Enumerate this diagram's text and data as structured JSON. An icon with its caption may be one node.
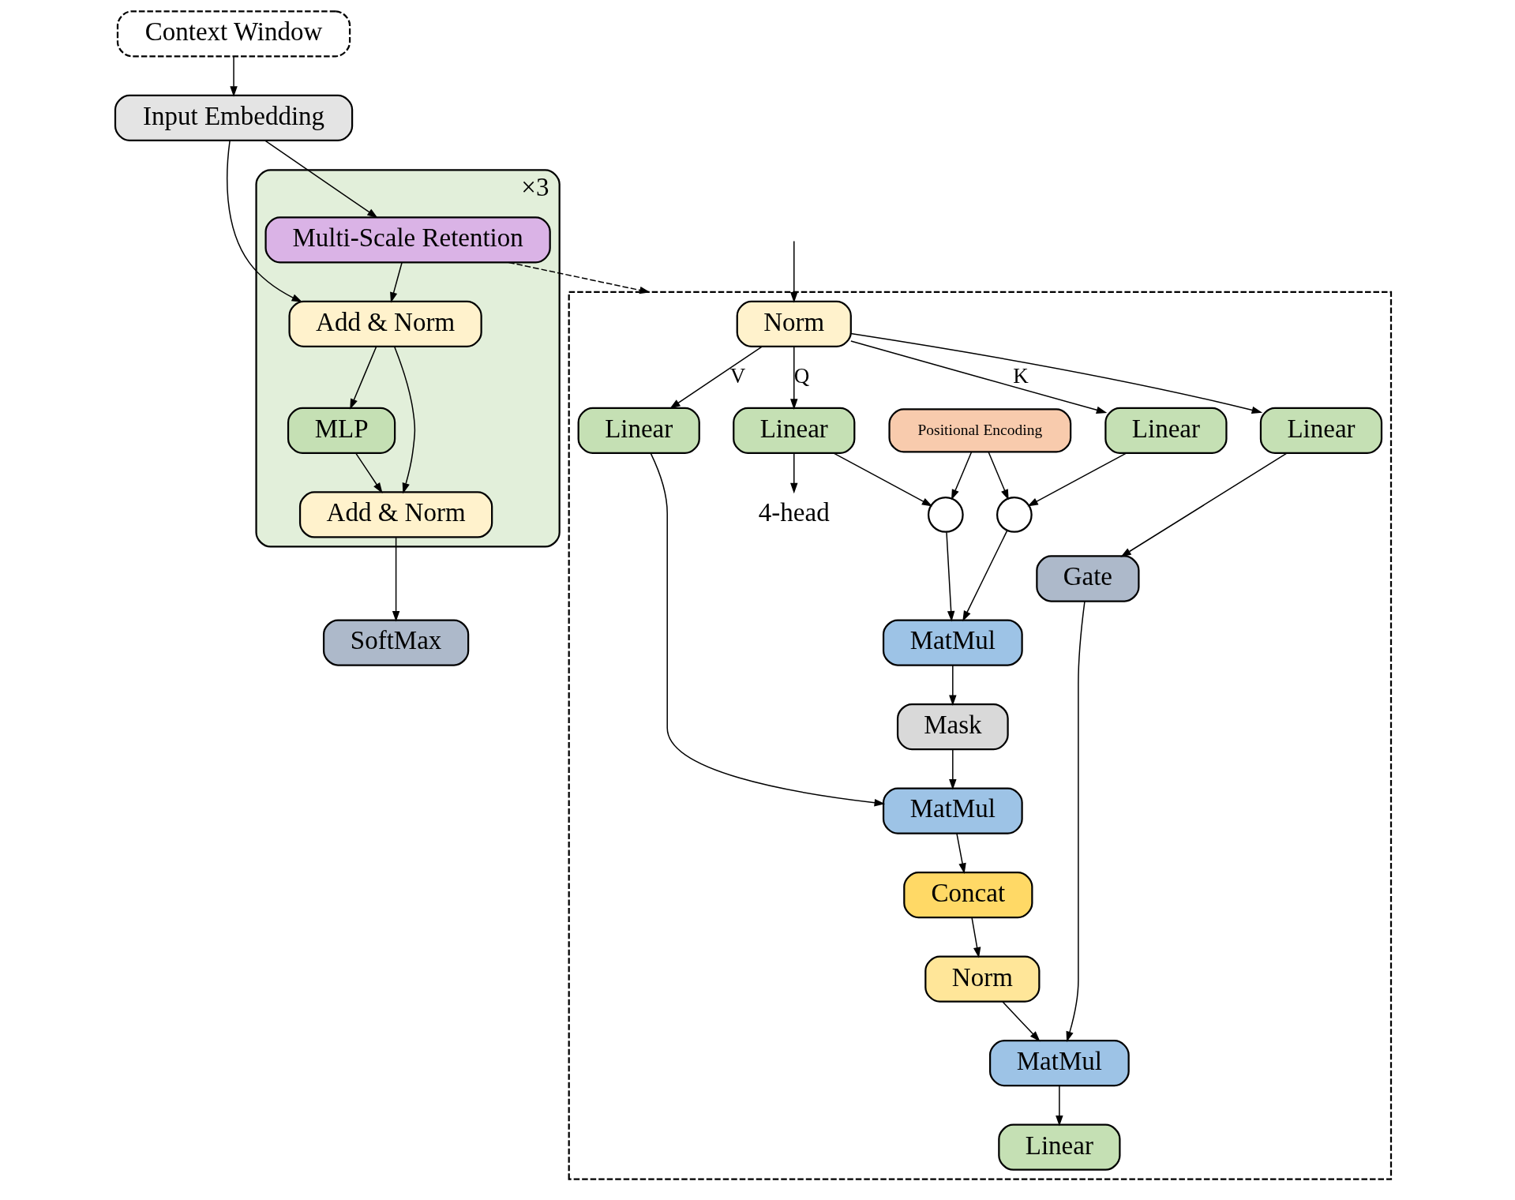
{
  "diagram": {
    "nodes": [
      {
        "text": [
          "Context Window"
        ]
      },
      {
        "text": [
          "Input Embedding"
        ]
      },
      {
        "text": [
          "×3"
        ]
      },
      {
        "text": [
          "Multi-Scale Retention"
        ],
        "in": 2
      },
      {
        "text": [
          "Add & Norm"
        ],
        "in": 2
      },
      {
        "text": [
          "MLP"
        ],
        "in": 2
      },
      {
        "text": [
          "Add & Norm"
        ],
        "in": 2
      },
      {
        "text": [
          "SoftMax"
        ]
      },
      {
        "text": [],
        "shape": "box"
      },
      {
        "text": [
          "Norm"
        ],
        "in": 8
      },
      {
        "text": [
          "Linear"
        ],
        "in": 8
      },
      {
        "text": [
          "Linear"
        ],
        "in": 8
      },
      {
        "text": [
          "Linear"
        ],
        "in": 8
      },
      {
        "text": [
          "Linear"
        ],
        "in": 8
      },
      {
        "text": [
          "Positional Encoding"
        ],
        "in": 8
      },
      {
        "text": [],
        "shape": "circle",
        "in": 8
      },
      {
        "text": [],
        "shape": "circle",
        "in": 8
      },
      {
        "text": [
          "MatMul"
        ],
        "in": 8
      },
      {
        "text": [
          "Mask"
        ],
        "in": 8
      },
      {
        "text": [
          "MatMul"
        ],
        "in": 8
      },
      {
        "text": [
          "Gate"
        ],
        "in": 8
      },
      {
        "text": [
          "Concat"
        ],
        "in": 8
      },
      {
        "text": [
          "Norm"
        ],
        "in": 8
      },
      {
        "text": [
          "MatMul"
        ],
        "in": 8
      },
      {
        "text": [
          "Linear"
        ],
        "in": 8
      },
      {
        "text": [
          "4-head"
        ],
        "in": 8
      }
    ],
    "edges": [
      {
        "from": 0,
        "to": 1,
        "arrow": "to"
      },
      {
        "from": 1,
        "to": 3,
        "arrow": "to"
      },
      {
        "from": 1,
        "to": 4,
        "arrow": "to"
      },
      {
        "from": 3,
        "to": 4,
        "arrow": "to"
      },
      {
        "from": 4,
        "to": 5,
        "arrow": "to"
      },
      {
        "from": 4,
        "to": 6,
        "arrow": "to"
      },
      {
        "from": 5,
        "to": 6,
        "arrow": "to"
      },
      {
        "from": 6,
        "to": 7,
        "arrow": "to"
      },
      {
        "from": 3,
        "to": 8,
        "arrow": "to",
        "style": "dashed"
      },
      {
        "from": null,
        "to": 9,
        "arrow": "to"
      },
      {
        "from": 9,
        "to": 10,
        "arrow": "to",
        "label": "Q"
      },
      {
        "from": 9,
        "to": 11,
        "arrow": "to",
        "label": "K"
      },
      {
        "from": 9,
        "to": 12,
        "arrow": "to",
        "label": "V"
      },
      {
        "from": 9,
        "to": 13,
        "arrow": "to"
      },
      {
        "from": 10,
        "to": 15,
        "arrow": "to"
      },
      {
        "from": 11,
        "to": 16,
        "arrow": "to"
      },
      {
        "from": 14,
        "to": 15,
        "arrow": "to"
      },
      {
        "from": 14,
        "to": 16,
        "arrow": "to"
      },
      {
        "from": 15,
        "to": 17,
        "arrow": "to"
      },
      {
        "from": 16,
        "to": 17,
        "arrow": "to"
      },
      {
        "from": 17,
        "to": 18,
        "arrow": "to"
      },
      {
        "from": 18,
        "to": 19,
        "arrow": "to"
      },
      {
        "from": 12,
        "to": 19,
        "arrow": "to"
      },
      {
        "from": 13,
        "to": 20,
        "arrow": "to"
      },
      {
        "from": 19,
        "to": 21,
        "arrow": "to"
      },
      {
        "from": 21,
        "to": 22,
        "arrow": "to"
      },
      {
        "from": 22,
        "to": 23,
        "arrow": "to"
      },
      {
        "from": 20,
        "to": 23,
        "arrow": "to"
      },
      {
        "from": 23,
        "to": 24,
        "arrow": "to"
      },
      {
        "from": 10,
        "to": 25,
        "arrow": "to"
      }
    ]
  }
}
